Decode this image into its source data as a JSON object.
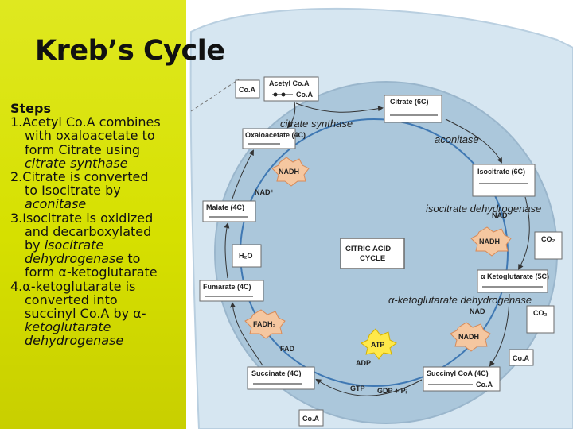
{
  "title": "Kreb’s Cycle",
  "steps": {
    "heading": "Steps",
    "s1a": "1.Acetyl Co.A combines",
    "s1b": "with oxaloacetate to",
    "s1c": "form Citrate using",
    "s1d": "citrate synthase",
    "s2a": "2.Citrate is converted",
    "s2b": "to Isocitrate by",
    "s2c": "aconitase",
    "s3a": "3.Isocitrate is oxidized",
    "s3b": "and decarboxylated",
    "s3c_pre": "by ",
    "s3c_it": "isocitrate",
    "s3d_it": "dehydrogenase",
    "s3d_post": " to",
    "s3e": "form α-ketoglutarate",
    "s4a": "4.α-ketoglutarate is",
    "s4b": "converted into",
    "s4c": "succinyl Co.A by  α-",
    "s4d": "ketoglutarate",
    "s4e": "dehydrogenase"
  },
  "diagram": {
    "center_1": "CITRIC ACID",
    "center_2": "CYCLE",
    "acetyl_coa": "Acetyl Co.A",
    "coa_top": "Co.A",
    "coa_small": "Co.A",
    "oxaloacetate": "Oxaloacetate (4C)",
    "citrate": "Citrate (6C)",
    "isocitrate": "Isocitrate (6C)",
    "ketoglutarate": "α Ketoglutarate (5C)",
    "succinyl_coa": "Succinyl CoA (4C)",
    "succinate": "Succinate (4C)",
    "fumarate": "Fumarate (4C)",
    "malate": "Malate (4C)",
    "nadh": "NADH",
    "nad": "NAD⁺",
    "nad2": "NAD",
    "fadh2": "FADH₂",
    "fad": "FAD",
    "atp": "ATP",
    "adp": "ADP",
    "gtp": "GTP",
    "gdp": "GDP + Pᵢ",
    "h2o": "H₂O",
    "co2": "CO₂",
    "coa_right": "Co.A",
    "coa_bottom": "Co.A",
    "coa_succ": "Co.A"
  },
  "enzymes": {
    "citrate_synthase": "citrate synthase",
    "aconitase": "aconitase",
    "isocitrate_dh": "isocitrate dehydrogenase",
    "akg_dh": "α-ketoglutarate dehydrogenase"
  },
  "colors": {
    "panel": "#d6e000",
    "mitochondrion": "#c9dcea",
    "matrix": "#a8c9df",
    "box_border": "#6a6a6a",
    "burst": "#f5c7a0",
    "atp_burst": "#ffe94a"
  }
}
